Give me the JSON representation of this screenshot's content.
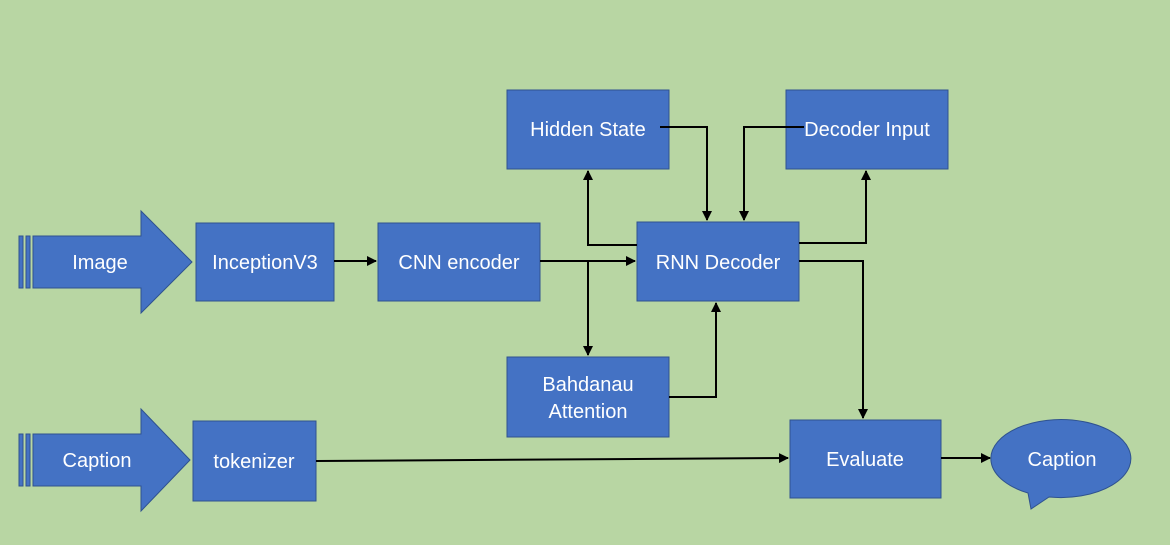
{
  "colors": {
    "background": "#b8d6a3",
    "node_fill": "#4472c4",
    "node_stroke": "#2f528f",
    "text": "#ffffff",
    "connector": "#000000"
  },
  "nodes": {
    "image_arrow": "Image",
    "caption_arrow": "Caption",
    "inception": "InceptionV3",
    "cnn_encoder": "CNN encoder",
    "rnn_decoder": "RNN Decoder",
    "hidden_state": "Hidden State",
    "decoder_input": "Decoder Input",
    "attention_line1": "Bahdanau",
    "attention_line2": "Attention",
    "tokenizer": "tokenizer",
    "evaluate": "Evaluate",
    "caption_output": "Caption"
  },
  "edges": [
    {
      "from": "Image",
      "to": "InceptionV3"
    },
    {
      "from": "InceptionV3",
      "to": "CNN encoder"
    },
    {
      "from": "CNN encoder",
      "to": "RNN Decoder"
    },
    {
      "from": "CNN encoder",
      "to": "Bahdanau Attention"
    },
    {
      "from": "RNN Decoder",
      "to": "Hidden State"
    },
    {
      "from": "Hidden State",
      "to": "RNN Decoder"
    },
    {
      "from": "Decoder Input",
      "to": "RNN Decoder"
    },
    {
      "from": "RNN Decoder",
      "to": "Decoder Input"
    },
    {
      "from": "Bahdanau Attention",
      "to": "RNN Decoder"
    },
    {
      "from": "RNN Decoder",
      "to": "Evaluate"
    },
    {
      "from": "Caption",
      "to": "tokenizer"
    },
    {
      "from": "tokenizer",
      "to": "Evaluate"
    },
    {
      "from": "Evaluate",
      "to": "Caption"
    }
  ]
}
